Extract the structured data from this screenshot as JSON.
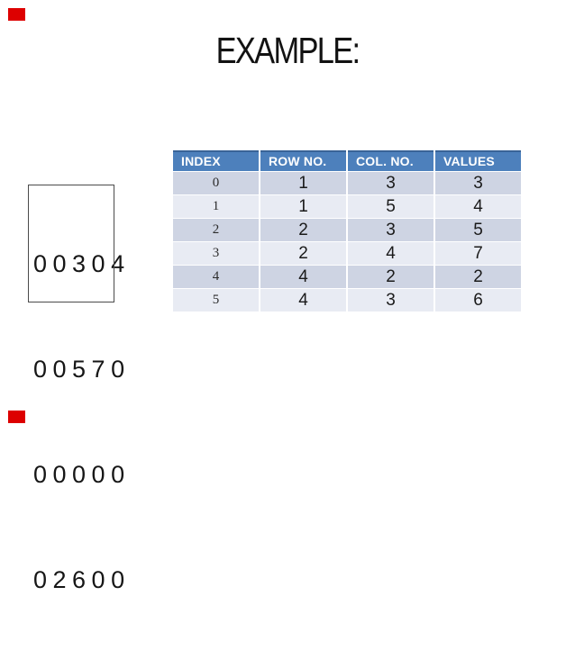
{
  "slide": {
    "title": "EXAMPLE:",
    "marker_color": "#dd0000"
  },
  "matrix": {
    "rows": [
      "0 0 3 0 4",
      "0 0 5 7 0",
      "0 0 0 0 0",
      "0 2 6 0 0"
    ]
  },
  "table": {
    "headers": [
      "INDEX",
      "ROW NO.",
      "COL. NO.",
      "VALUES"
    ],
    "rows": [
      [
        "0",
        "1",
        "3",
        "3"
      ],
      [
        "1",
        "1",
        "5",
        "4"
      ],
      [
        "2",
        "2",
        "3",
        "5"
      ],
      [
        "3",
        "2",
        "4",
        "7"
      ],
      [
        "4",
        "4",
        "2",
        "2"
      ],
      [
        "5",
        "4",
        "3",
        "6"
      ]
    ],
    "colors": {
      "header_bg": "#4d80bc",
      "header_text": "#ffffff",
      "band_dark": "#ced4e3",
      "band_light": "#e8ebf3"
    }
  }
}
